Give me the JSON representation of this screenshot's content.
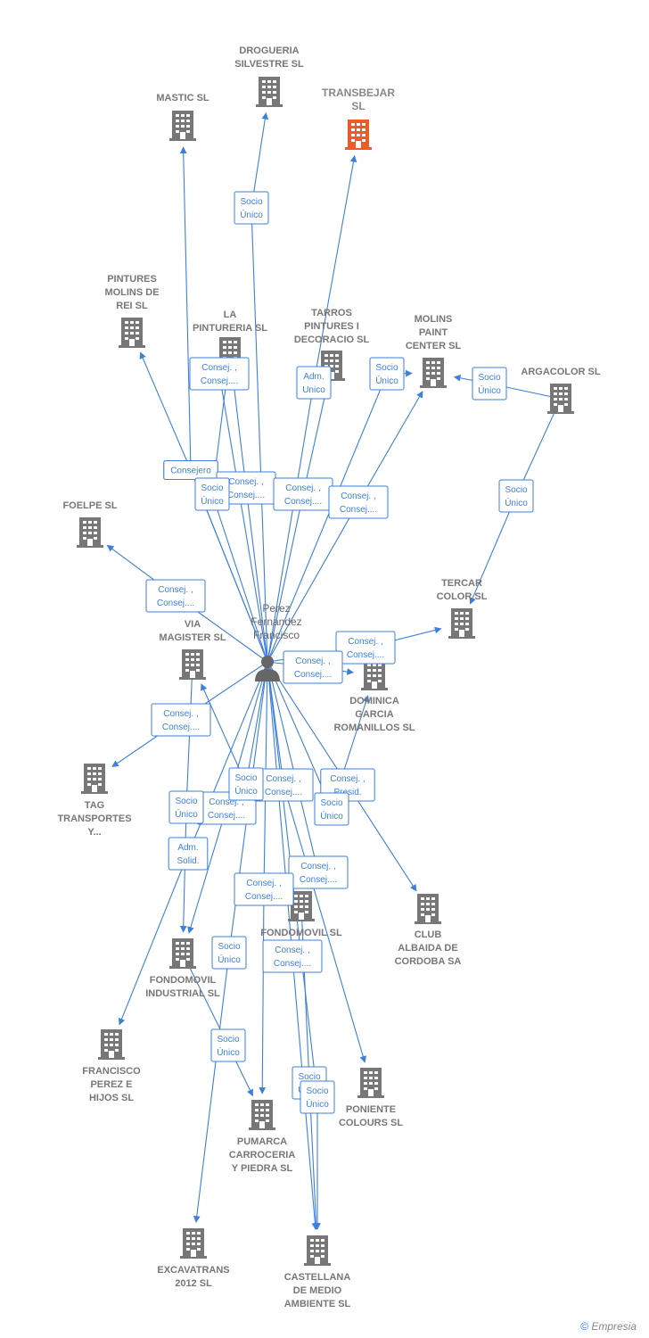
{
  "colors": {
    "edge": "#3d7fd9",
    "building": "#777777",
    "highlight": "#f05a28",
    "person": "#666666"
  },
  "person": {
    "label": [
      "Perez",
      "Fernandez",
      "Francisco"
    ],
    "icon": "person-icon"
  },
  "companies": [
    {
      "id": "drogueria",
      "label": [
        "DROGUERIA",
        "SILVESTRE SL"
      ],
      "icon": "building-icon"
    },
    {
      "id": "mastic",
      "label": [
        "MASTIC SL"
      ],
      "icon": "building-icon"
    },
    {
      "id": "transbejar",
      "label": [
        "TRANSBEJAR",
        "SL"
      ],
      "icon": "building-icon",
      "highlight": true
    },
    {
      "id": "pintures",
      "label": [
        "PINTURES",
        "MOLINS DE",
        "REI SL"
      ],
      "icon": "building-icon"
    },
    {
      "id": "lapintureria",
      "label": [
        "LA",
        "PINTURERIA SL"
      ],
      "icon": "building-icon"
    },
    {
      "id": "tarros",
      "label": [
        "TARROS",
        "PINTURES I",
        "DECORACIO SL"
      ],
      "icon": "building-icon"
    },
    {
      "id": "molins",
      "label": [
        "MOLINS",
        "PAINT",
        "CENTER SL"
      ],
      "icon": "building-icon"
    },
    {
      "id": "argacolor",
      "label": [
        "ARGACOLOR SL"
      ],
      "icon": "building-icon"
    },
    {
      "id": "foelpe",
      "label": [
        "FOELPE SL"
      ],
      "icon": "building-icon"
    },
    {
      "id": "tercar",
      "label": [
        "TERCAR",
        "COLOR SL"
      ],
      "icon": "building-icon"
    },
    {
      "id": "via",
      "label": [
        "VIA",
        "MAGISTER  SL"
      ],
      "icon": "building-icon"
    },
    {
      "id": "dominica",
      "label": [
        "DOMINICA",
        "GARCIA",
        "ROMANILLOS SL"
      ],
      "icon": "building-icon"
    },
    {
      "id": "tag",
      "label": [
        "TAG",
        "TRANSPORTES",
        "Y..."
      ],
      "icon": "building-icon"
    },
    {
      "id": "club",
      "label": [
        "CLUB",
        "ALBAIDA DE",
        "CORDOBA SA"
      ],
      "icon": "building-icon"
    },
    {
      "id": "fondomovil",
      "label": [
        "FONDOMOVIL SL"
      ],
      "icon": "building-icon"
    },
    {
      "id": "fondomovilind",
      "label": [
        "FONDOMOVIL",
        "INDUSTRIAL SL"
      ],
      "icon": "building-icon"
    },
    {
      "id": "francisco",
      "label": [
        "FRANCISCO",
        "PEREZ E",
        "HIJOS SL"
      ],
      "icon": "building-icon"
    },
    {
      "id": "poniente",
      "label": [
        "PONIENTE",
        "COLOURS SL"
      ],
      "icon": "building-icon"
    },
    {
      "id": "pumarca",
      "label": [
        "PUMARCA",
        "CARROCERIA",
        "Y PIEDRA SL"
      ],
      "icon": "building-icon"
    },
    {
      "id": "excavatrans",
      "label": [
        "EXCAVATRANS",
        "2012 SL"
      ],
      "icon": "building-icon"
    },
    {
      "id": "castellana",
      "label": [
        "CASTELLANA",
        "DE MEDIO",
        "AMBIENTE SL"
      ],
      "icon": "building-icon"
    }
  ],
  "edges": [
    {
      "from": "person",
      "to": "drogueria",
      "label": [
        "Socio",
        "Único"
      ]
    },
    {
      "from": "person",
      "to": "mastic",
      "label": [
        "Consejero"
      ]
    },
    {
      "from": "person",
      "to": "transbejar",
      "label": [
        "Adm.",
        "Unico"
      ]
    },
    {
      "from": "person",
      "to": "pintures",
      "label": [
        "Consejero"
      ]
    },
    {
      "from": "person",
      "to": "lapintureria",
      "label": [
        "Consej. ,",
        "Consej...."
      ]
    },
    {
      "from": "person",
      "to": "lapintureria",
      "label": [
        "Consej. ,",
        "Consej...."
      ]
    },
    {
      "from": "person",
      "to": "lapintureria",
      "label": [
        "Socio",
        "Único"
      ]
    },
    {
      "from": "person",
      "to": "tarros",
      "label": [
        "Consej. ,",
        "Consej...."
      ]
    },
    {
      "from": "person",
      "to": "molins",
      "label": [
        "Consej. ,",
        "Consej...."
      ]
    },
    {
      "from": "argacolor",
      "to": "molins",
      "label": [
        "Socio",
        "Único"
      ]
    },
    {
      "from": "argacolor",
      "to": "tercar",
      "label": [
        "Socio",
        "Único"
      ]
    },
    {
      "from": "person",
      "to": "foelpe",
      "label": [
        "Consej. ,",
        "Consej...."
      ]
    },
    {
      "from": "person",
      "to": "tercar",
      "label": [
        "Consej. ,",
        "Consej...."
      ]
    },
    {
      "from": "person",
      "to": "dominica",
      "label": [
        "Consej. ,",
        "Consej...."
      ]
    },
    {
      "from": "person",
      "to": "tag",
      "label": [
        "Consej. ,",
        "Consej...."
      ]
    },
    {
      "from": "person",
      "to": "club",
      "label": [
        "Consej. ,",
        "Presid."
      ]
    },
    {
      "from": "person",
      "to": "fondomovil",
      "label": [
        "Consej. ,",
        "Consej...."
      ]
    },
    {
      "from": "person",
      "to": "fondomovilind",
      "label": [
        "Consej. ,",
        "Consej...."
      ]
    },
    {
      "from": "via",
      "to": "fondomovilind",
      "label": [
        "Socio",
        "Único"
      ]
    },
    {
      "from": "person",
      "to": "francisco",
      "label": [
        "Adm.",
        "Solid."
      ]
    },
    {
      "from": "person",
      "to": "poniente",
      "label": [
        "Consej. ,",
        "Consej...."
      ]
    },
    {
      "from": "person",
      "to": "pumarca",
      "label": [
        "Consej. ,",
        "Consej...."
      ]
    },
    {
      "from": "fondomovilind",
      "to": "pumarca",
      "label": [
        "Socio",
        "Único"
      ]
    },
    {
      "from": "person",
      "to": "excavatrans",
      "label": [
        "Socio",
        "Único"
      ]
    },
    {
      "from": "person",
      "to": "castellana",
      "label": [
        "Consej. ,",
        "Consej...."
      ]
    },
    {
      "from": "fondomovil",
      "to": "castellana",
      "label": [
        "Socio",
        "Único"
      ]
    },
    {
      "from": "person",
      "to": "dominica",
      "label": [
        "Socio",
        "Único"
      ]
    },
    {
      "from": "person",
      "to": "via",
      "label": [
        "Socio",
        "Único"
      ]
    },
    {
      "from": "person",
      "to": "molins",
      "label": [
        "Socio",
        "Único"
      ]
    },
    {
      "from": "person",
      "to": "castellana",
      "label": [
        "Socio",
        "Único"
      ]
    }
  ],
  "footer": {
    "copyright": "©",
    "brand": "Empresia"
  }
}
